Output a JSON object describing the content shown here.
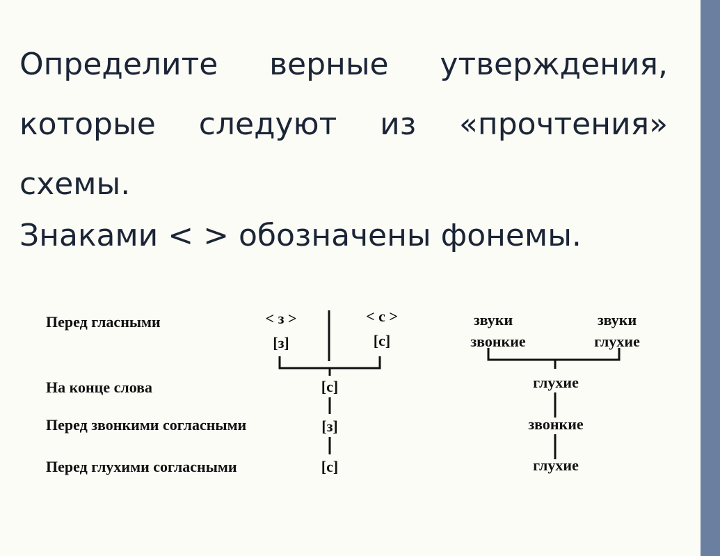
{
  "slide": {
    "title_lines": [
      "Определите верные утверждения,",
      "которые следуют из «прочтения»",
      "схемы."
    ],
    "note": "Знаками < > обозначены фонемы."
  },
  "scheme": {
    "row_labels": {
      "before_vowels": "Перед гласными",
      "word_end": "На конце слова",
      "before_voiced": "Перед звонкими согласными",
      "before_voiceless": "Перед глухими согласными"
    },
    "phonemes": {
      "z_phoneme": "< з >",
      "s_phoneme": "< с >",
      "z_sound": "[з]",
      "s_sound": "[с]",
      "word_end_sound": "[с]",
      "before_voiced_sound": "[з]",
      "before_voiceless_sound": "[с]"
    },
    "sounds": {
      "left_top": "звуки",
      "left_bottom": "звонкие",
      "right_top": "звуки",
      "right_bottom": "глухие",
      "word_end": "глухие",
      "before_voiced": "звонкие",
      "before_voiceless": "глухие"
    }
  },
  "colors": {
    "side_bar": "#6b80a0",
    "text": "#1b2536",
    "background": "#fcfcf7"
  }
}
